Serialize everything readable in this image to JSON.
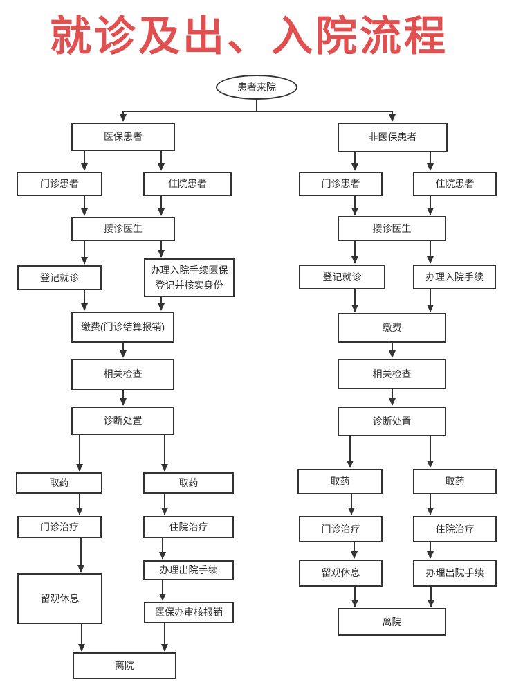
{
  "title": {
    "text": "就诊及出、入院流程"
  },
  "colors": {
    "title_red": "#e05050",
    "line": "#333333",
    "box_border": "#333333",
    "box_fill": "#ffffff",
    "background": "#ffffff"
  },
  "flowchart": {
    "start": {
      "label": "患者来院",
      "shape": "oval"
    },
    "insured": {
      "root": {
        "label": "医保患者"
      },
      "outpatient": {
        "label": "门诊患者"
      },
      "inpatient": {
        "label": "住院患者"
      },
      "doctor": {
        "label": "接诊医生"
      },
      "register": {
        "label": "登记就诊"
      },
      "admission": {
        "label": "办理入院手续医保登记并核实身份"
      },
      "payment": {
        "label": "缴费(门诊结算报销)"
      },
      "exam": {
        "label": "相关检查"
      },
      "diagnosis": {
        "label": "诊断处置"
      },
      "medicine_outpatient": {
        "label": "取药"
      },
      "medicine_inpatient": {
        "label": "取药"
      },
      "outpatient_treatment": {
        "label": "门诊治疗"
      },
      "inpatient_treatment": {
        "label": "住院治疗"
      },
      "observation_rest": {
        "label": "留观休息"
      },
      "discharge": {
        "label": "办理出院手续"
      },
      "insurance_audit": {
        "label": "医保办审核报销"
      },
      "leave": {
        "label": "离院"
      }
    },
    "non_insured": {
      "root": {
        "label": "非医保患者"
      },
      "outpatient": {
        "label": "门诊患者"
      },
      "inpatient": {
        "label": "住院患者"
      },
      "doctor": {
        "label": "接诊医生"
      },
      "register": {
        "label": "登记就诊"
      },
      "admission": {
        "label": "办理入院手续"
      },
      "payment": {
        "label": "缴费"
      },
      "exam": {
        "label": "相关检查"
      },
      "diagnosis": {
        "label": "诊断处置"
      },
      "medicine_outpatient": {
        "label": "取药"
      },
      "medicine_inpatient": {
        "label": "取药"
      },
      "outpatient_treatment": {
        "label": "门诊治疗"
      },
      "inpatient_treatment": {
        "label": "住院治疗"
      },
      "observation_rest": {
        "label": "留观休息"
      },
      "discharge": {
        "label": "办理出院手续"
      },
      "leave": {
        "label": "离院"
      }
    }
  }
}
